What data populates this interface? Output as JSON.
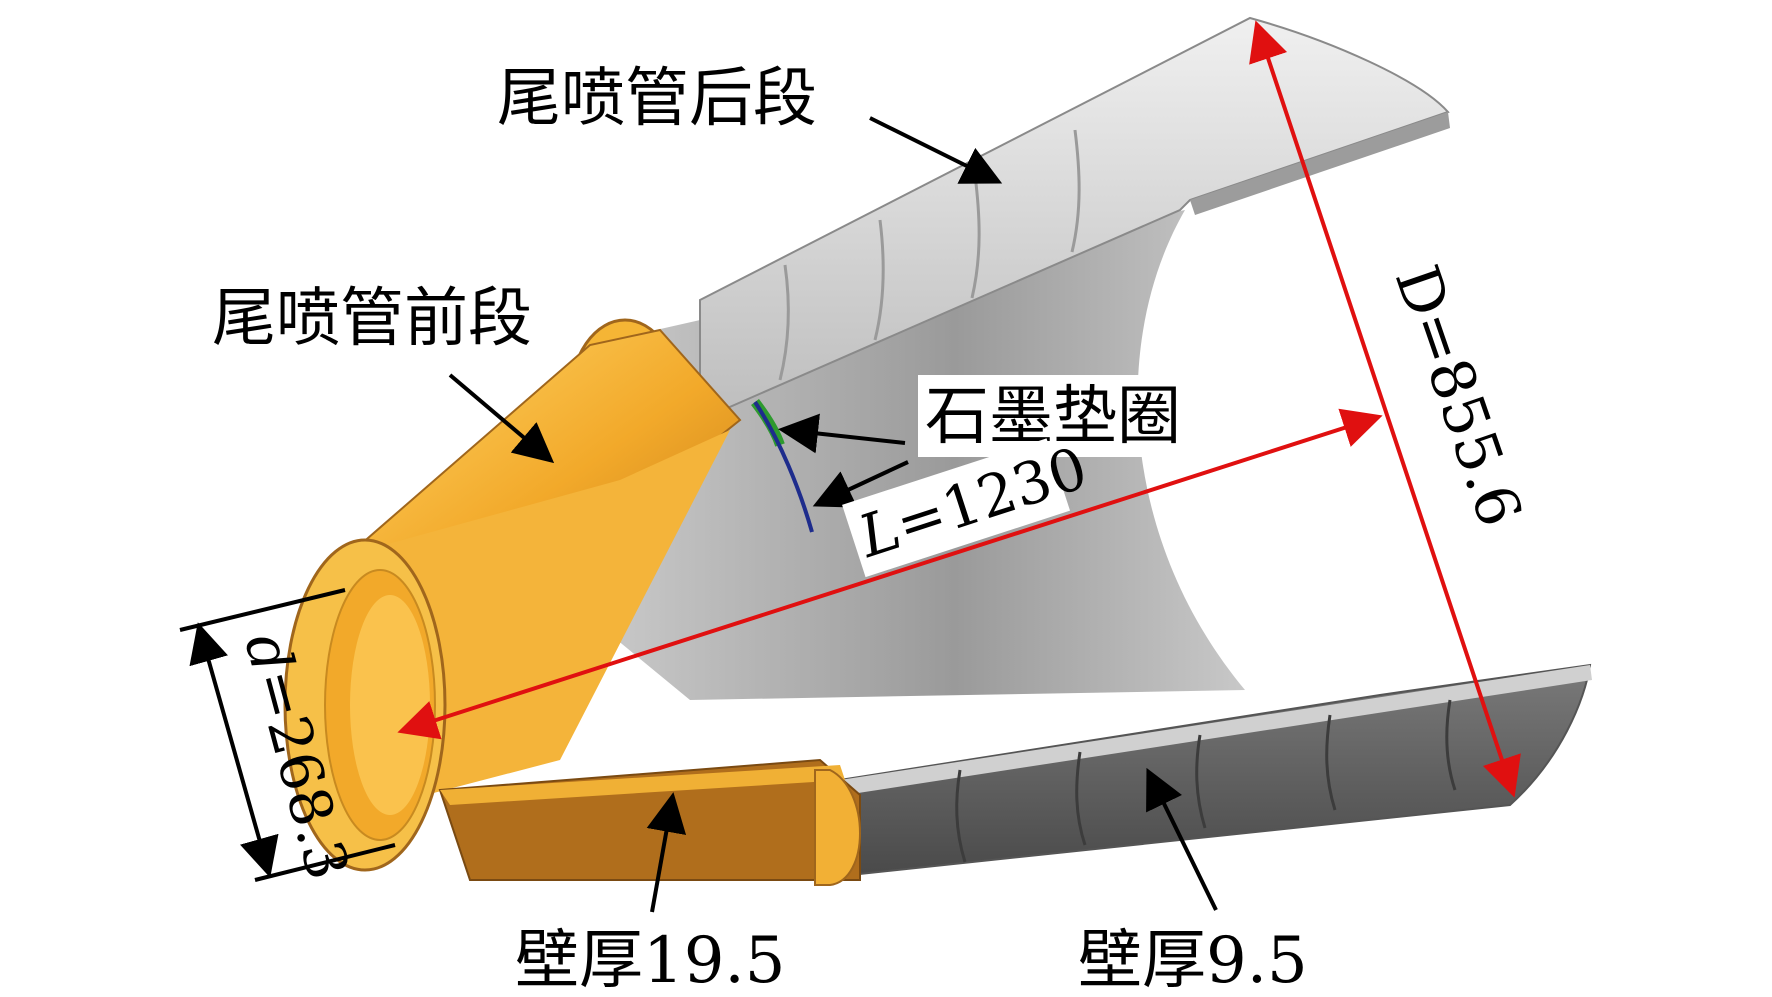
{
  "labels": {
    "rear_section": "尾喷管后段",
    "front_section": "尾喷管前段",
    "graphite_gasket": "石墨垫圈",
    "wall_thickness_front": "壁厚19.5",
    "wall_thickness_rear": "壁厚9.5"
  },
  "dimensions": {
    "length": {
      "symbol": "L",
      "value": "=1230"
    },
    "outlet_diameter": {
      "symbol": "D",
      "value": "=855.6"
    },
    "inlet_diameter": {
      "symbol": "d",
      "value": "=268.3"
    }
  },
  "colors": {
    "steel_light": "#dcdcdc",
    "steel_mid": "#b9b9b9",
    "steel_dark": "#6e6e6e",
    "gold": "#f2b233",
    "gold_dark": "#a5661c",
    "dimension_red": "#e01010",
    "gasket_green": "#2e9a2e",
    "gasket_blue": "#1e2c8c"
  }
}
